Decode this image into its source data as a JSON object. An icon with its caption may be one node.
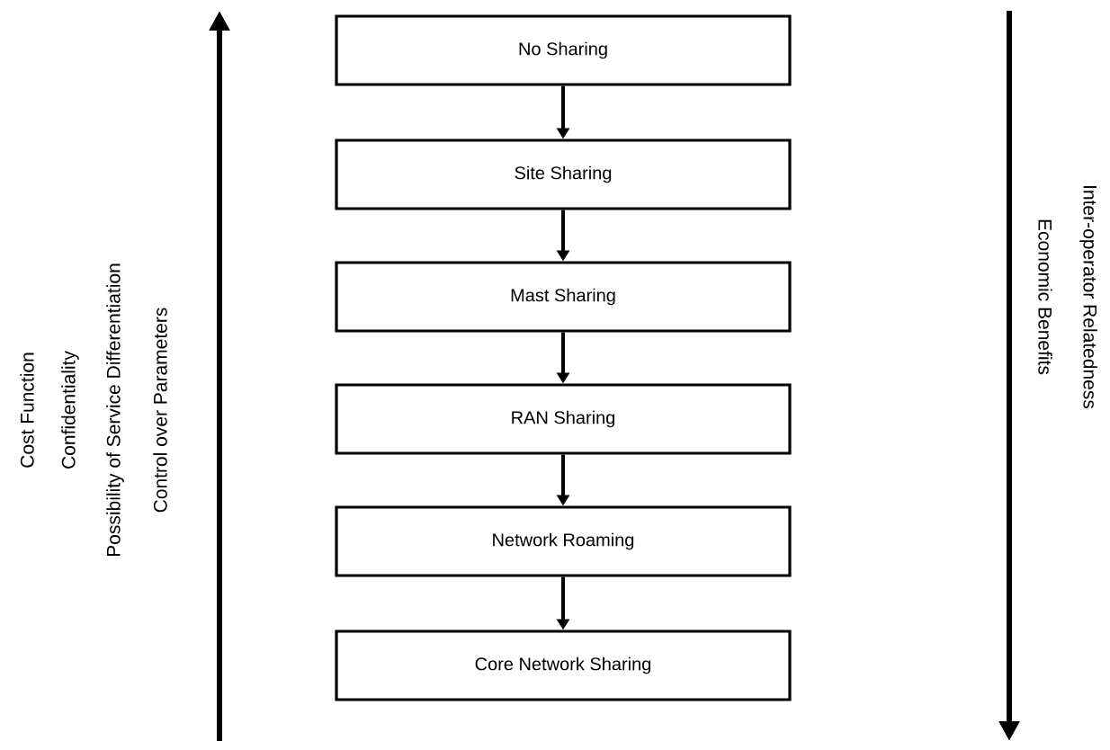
{
  "diagram": {
    "nodes": [
      {
        "text": [
          "No Sharing"
        ]
      },
      {
        "text": [
          "Site Sharing"
        ]
      },
      {
        "text": [
          "Mast Sharing"
        ]
      },
      {
        "text": [
          "RAN Sharing"
        ]
      },
      {
        "text": [
          "Network Roaming"
        ]
      },
      {
        "text": [
          "Core Network Sharing"
        ]
      }
    ],
    "edges": [
      {
        "from": 0,
        "to": 1,
        "arrow": "to"
      },
      {
        "from": 1,
        "to": 2,
        "arrow": "to"
      },
      {
        "from": 2,
        "to": 3,
        "arrow": "to"
      },
      {
        "from": 3,
        "to": 4,
        "arrow": "to"
      },
      {
        "from": 4,
        "to": 5,
        "arrow": "to"
      }
    ],
    "labels": [
      "Cost Function",
      "Confidentiality",
      "Possibility of Service Differentiation",
      "Control over Parameters",
      "Inter-operator Relatedness",
      "Economic Benefits"
    ]
  }
}
